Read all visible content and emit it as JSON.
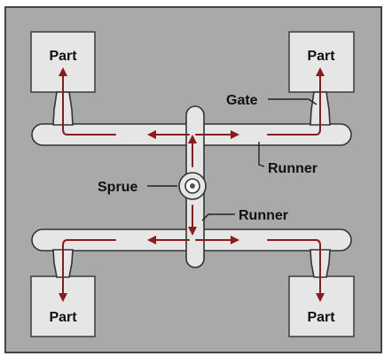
{
  "diagram": {
    "labels": {
      "part_tl": "Part",
      "part_tr": "Part",
      "part_bl": "Part",
      "part_br": "Part",
      "gate": "Gate",
      "runner_upper": "Runner",
      "sprue": "Sprue",
      "runner_lower": "Runner"
    },
    "colors": {
      "frame_bg": "#a9a9a9",
      "frame_border": "#444444",
      "component_fill": "#e6e6e6",
      "flow_arrow": "#8b1a1a"
    },
    "icons": {
      "flow": "flow-arrow-icon",
      "sprue": "sprue-ring-icon"
    }
  }
}
